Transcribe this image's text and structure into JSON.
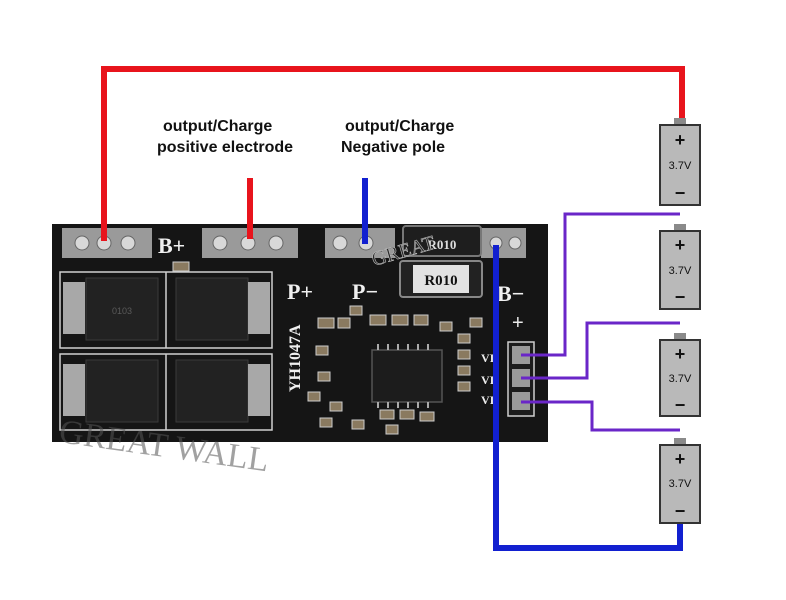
{
  "labels": {
    "positive_line1": "output/Charge",
    "positive_line2": "positive electrode",
    "negative_line1": "output/Charge",
    "negative_line2": "Negative pole"
  },
  "board": {
    "model": "YH1047A",
    "pads": [
      "B+",
      "P+",
      "P−",
      "B−"
    ],
    "resistor": "R010",
    "balance_pins": [
      "VI",
      "VI",
      "VI"
    ],
    "mosfet_marking": "0103",
    "watermark_top": "GREAT",
    "watermark_bottom": "GREAT WALL"
  },
  "battery": {
    "voltage": "3.7V",
    "plus": "+",
    "minus": "−"
  },
  "colors": {
    "positive_wire": "#e8141c",
    "negative_wire": "#1220d0",
    "balance_wire": "#6a26c8",
    "board": "#151515",
    "battery_body": "#b9b9b9"
  }
}
